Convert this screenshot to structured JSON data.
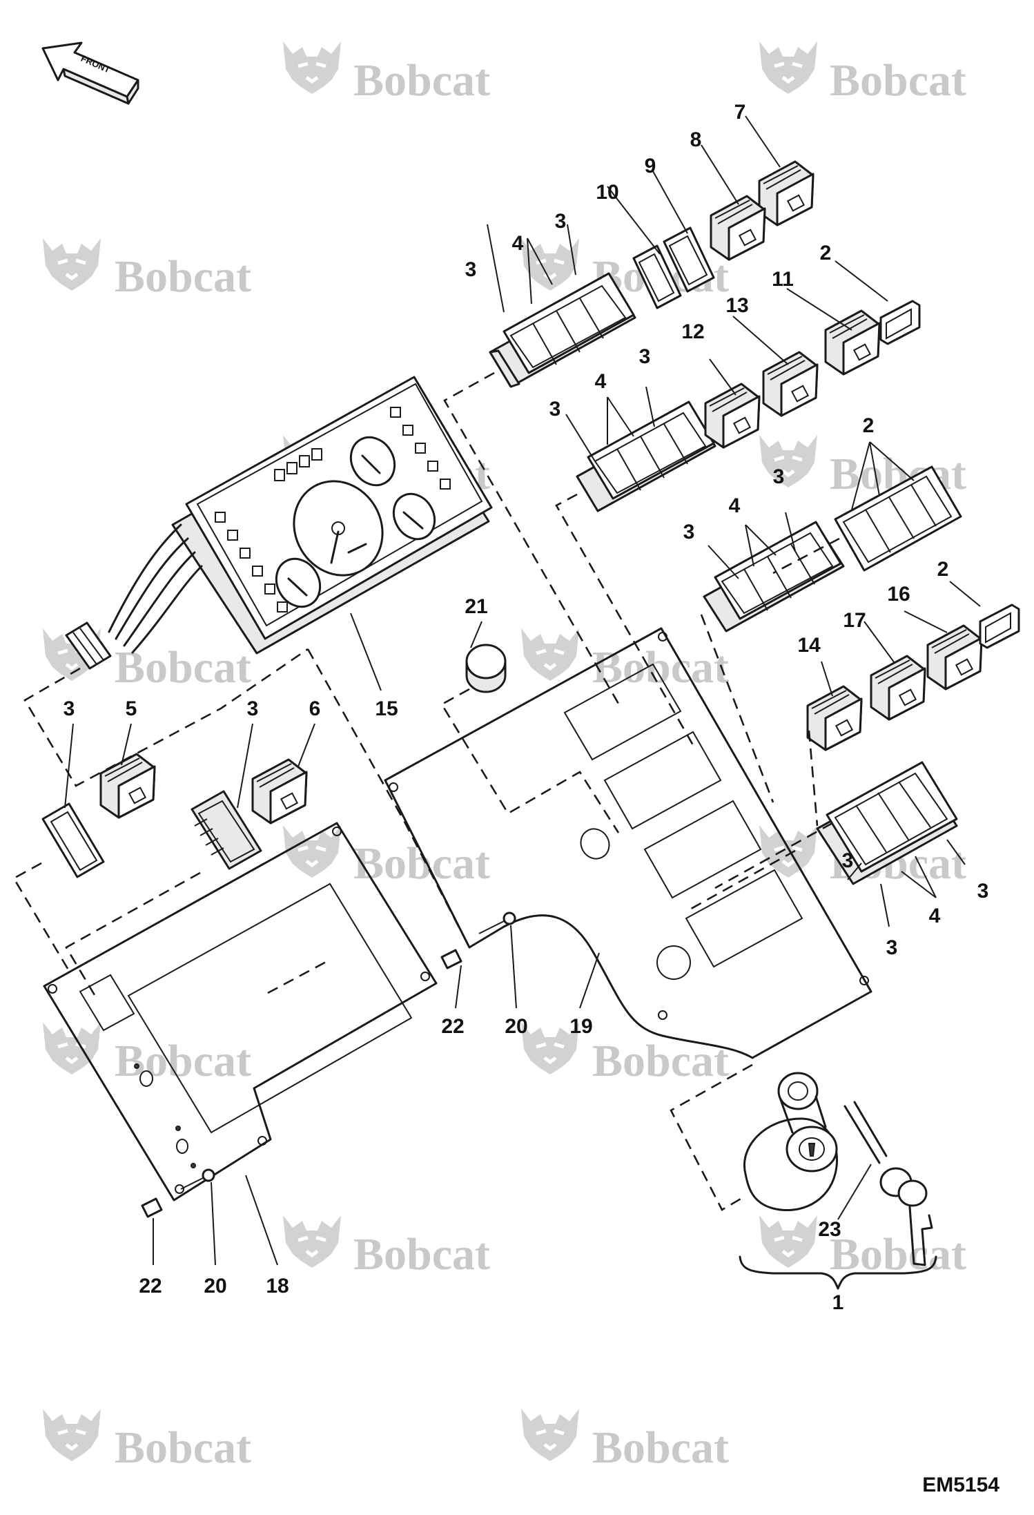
{
  "front_label": "FRONT",
  "drawing_code": "EM5154",
  "watermark": {
    "text": "Bobcat"
  },
  "callouts": [
    {
      "id": "c1",
      "text": "1"
    },
    {
      "id": "c2a",
      "text": "2"
    },
    {
      "id": "c2b",
      "text": "2"
    },
    {
      "id": "c2c",
      "text": "2"
    },
    {
      "id": "c3a",
      "text": "3"
    },
    {
      "id": "c3b",
      "text": "3"
    },
    {
      "id": "c3c",
      "text": "3"
    },
    {
      "id": "c3d",
      "text": "3"
    },
    {
      "id": "c3e",
      "text": "3"
    },
    {
      "id": "c3f",
      "text": "3"
    },
    {
      "id": "c3g",
      "text": "3"
    },
    {
      "id": "c3h",
      "text": "3"
    },
    {
      "id": "c3i",
      "text": "3"
    },
    {
      "id": "c3j",
      "text": "3"
    },
    {
      "id": "c3k",
      "text": "3"
    },
    {
      "id": "c4a",
      "text": "4"
    },
    {
      "id": "c4b",
      "text": "4"
    },
    {
      "id": "c4c",
      "text": "4"
    },
    {
      "id": "c4d",
      "text": "4"
    },
    {
      "id": "c5",
      "text": "5"
    },
    {
      "id": "c6",
      "text": "6"
    },
    {
      "id": "c7",
      "text": "7"
    },
    {
      "id": "c8",
      "text": "8"
    },
    {
      "id": "c9",
      "text": "9"
    },
    {
      "id": "c10",
      "text": "10"
    },
    {
      "id": "c11",
      "text": "11"
    },
    {
      "id": "c12",
      "text": "12"
    },
    {
      "id": "c13",
      "text": "13"
    },
    {
      "id": "c14",
      "text": "14"
    },
    {
      "id": "c15",
      "text": "15"
    },
    {
      "id": "c16",
      "text": "16"
    },
    {
      "id": "c17",
      "text": "17"
    },
    {
      "id": "c18",
      "text": "18"
    },
    {
      "id": "c19",
      "text": "19"
    },
    {
      "id": "c20a",
      "text": "20"
    },
    {
      "id": "c20b",
      "text": "20"
    },
    {
      "id": "c21",
      "text": "21"
    },
    {
      "id": "c22a",
      "text": "22"
    },
    {
      "id": "c22b",
      "text": "22"
    },
    {
      "id": "c23",
      "text": "23"
    }
  ]
}
